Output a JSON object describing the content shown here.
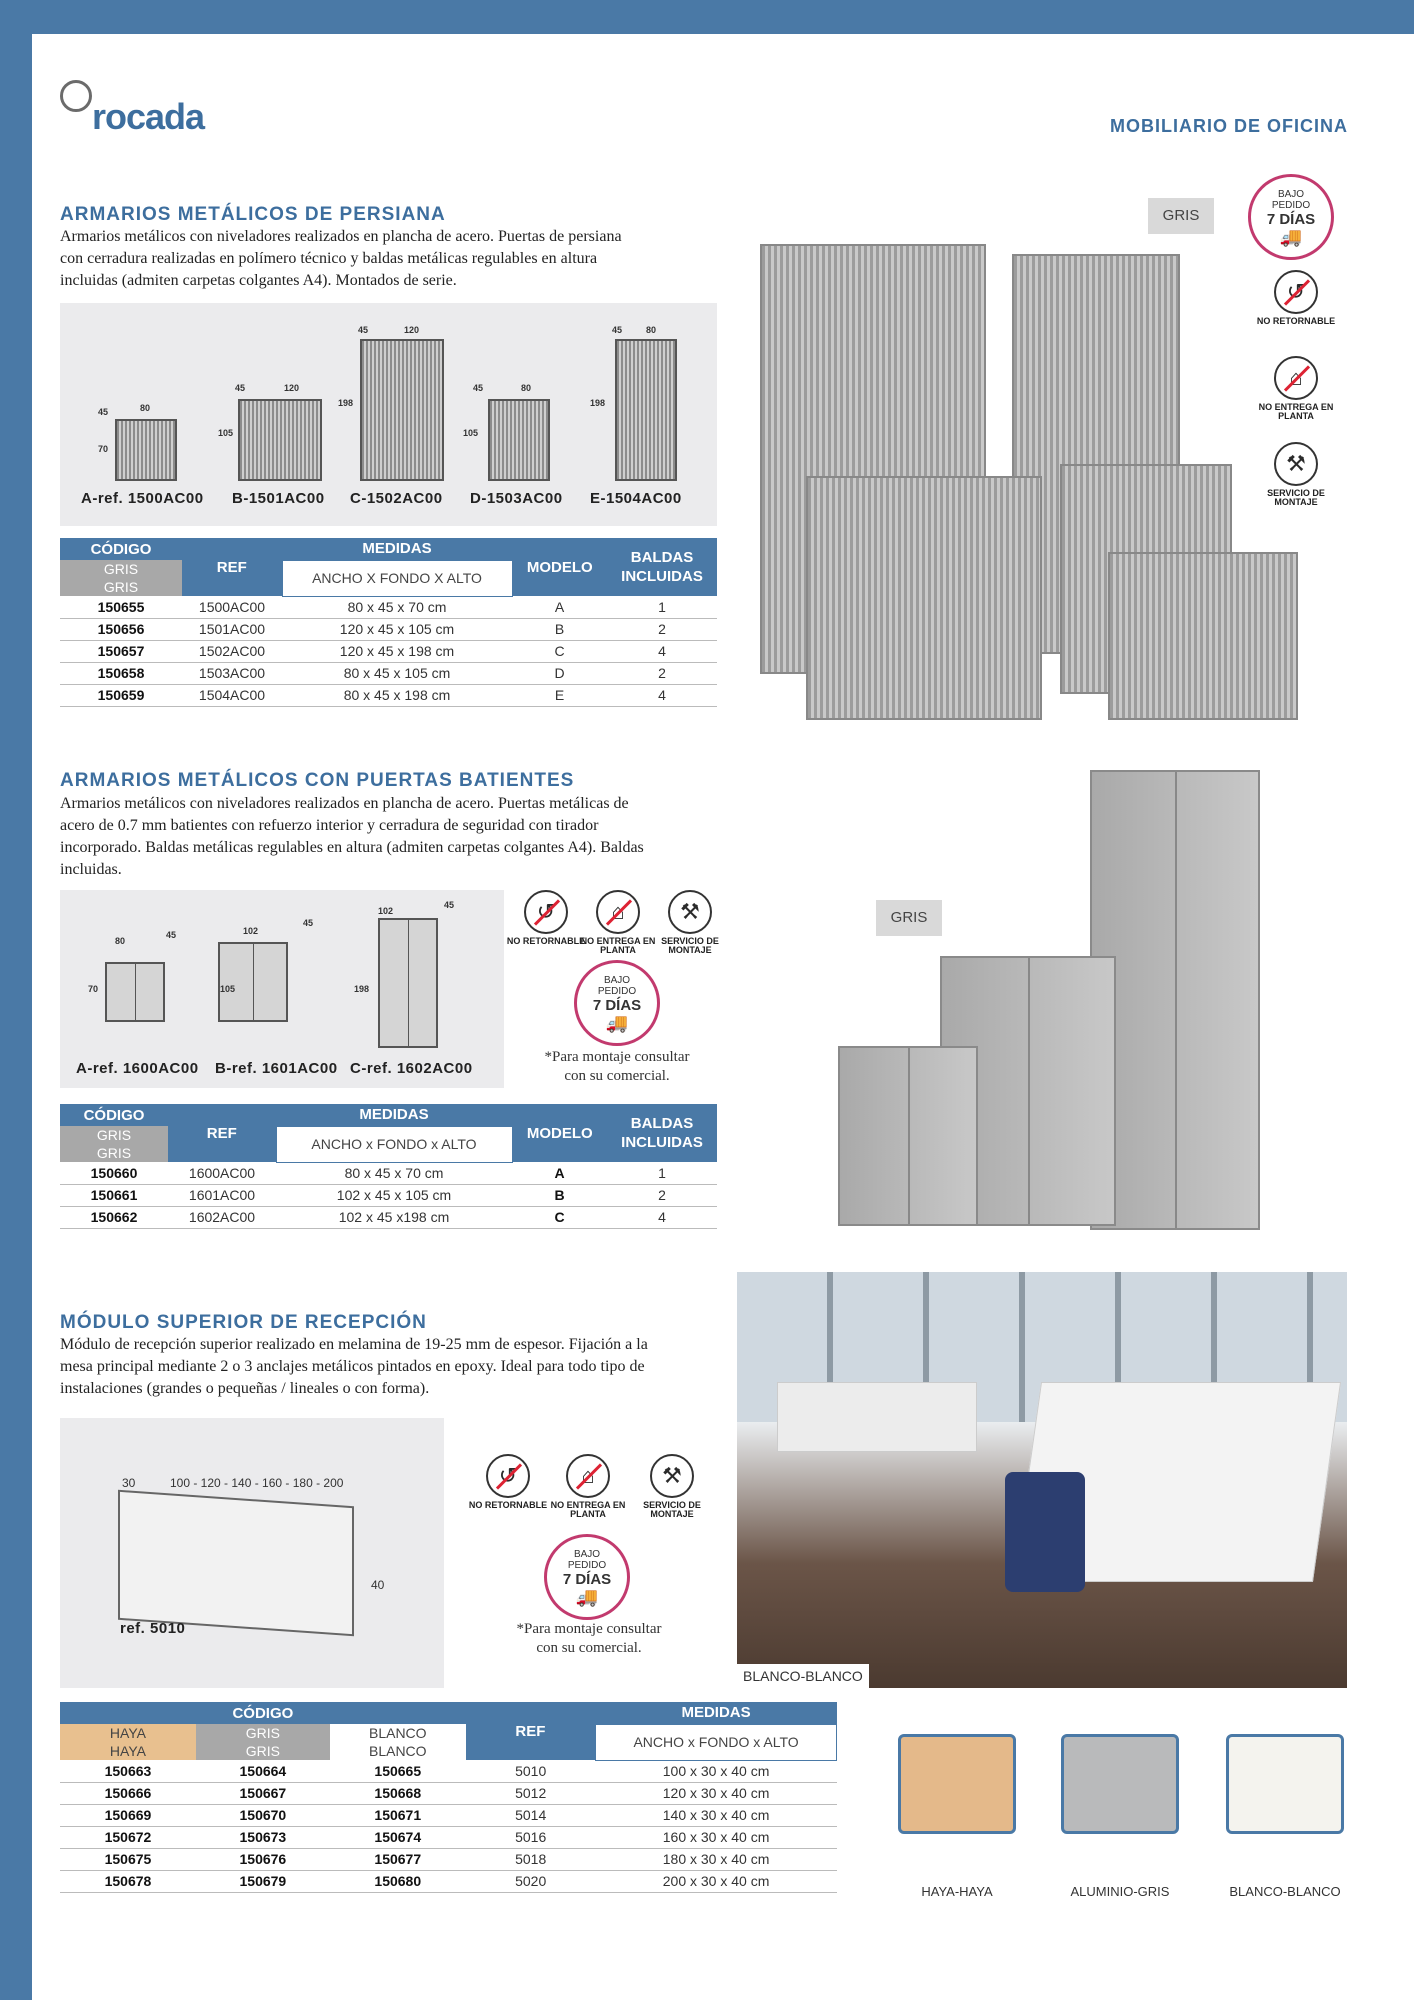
{
  "brand": {
    "logo": "rocada",
    "section": "MOBILIARIO DE OFICINA"
  },
  "badges": {
    "bajo": "BAJO",
    "pedido": "PEDIDO",
    "dias": "7 DÍAS"
  },
  "icons": {
    "no_ret": "NO RETORNABLE",
    "no_ent": "NO ENTREGA EN PLANTA",
    "serv": "SERVICIO DE MONTAJE"
  },
  "s1": {
    "title": "ARMARIOS METÁLICOS DE PERSIANA",
    "desc": [
      "Armarios metálicos con niveladores realizados en plancha de acero. Puertas de persiana",
      "con cerradura realizadas en polímero técnico y baldas metálicas regulables en altura",
      "incluidas (admiten carpetas colgantes A4). Montados de serie."
    ],
    "tag": "GRIS",
    "models": [
      {
        "ref": "A-ref. 1500AC00",
        "w": "80",
        "d": "45",
        "h": "70"
      },
      {
        "ref": "B-1501AC00",
        "w": "120",
        "d": "45",
        "h": "105"
      },
      {
        "ref": "C-1502AC00",
        "w": "120",
        "d": "45",
        "h": "198"
      },
      {
        "ref": "D-1503AC00",
        "w": "80",
        "d": "45",
        "h": "105"
      },
      {
        "ref": "E-1504AC00",
        "w": "80",
        "d": "45",
        "h": "198"
      }
    ],
    "head": {
      "codigo": "CÓDIGO",
      "gris": "GRIS",
      "ref": "REF",
      "medidas": "MEDIDAS",
      "sub": "ANCHO X FONDO X ALTO",
      "modelo": "MODELO",
      "baldas": "BALDAS INCLUIDAS"
    },
    "rows": [
      [
        "150655",
        "1500AC00",
        "80 x 45 x 70 cm",
        "A",
        "1"
      ],
      [
        "150656",
        "1501AC00",
        "120 x 45 x 105 cm",
        "B",
        "2"
      ],
      [
        "150657",
        "1502AC00",
        "120 x 45 x 198 cm",
        "C",
        "4"
      ],
      [
        "150658",
        "1503AC00",
        "80 x 45 x 105 cm",
        "D",
        "2"
      ],
      [
        "150659",
        "1504AC00",
        "80 x 45 x 198 cm",
        "E",
        "4"
      ]
    ]
  },
  "s2": {
    "title": "ARMARIOS METÁLICOS CON PUERTAS BATIENTES",
    "desc": [
      "Armarios metálicos con niveladores realizados en plancha de acero. Puertas metálicas de",
      "acero de 0.7 mm batientes con refuerzo interior y cerradura de seguridad con tirador",
      "incorporado. Baldas metálicas regulables en altura (admiten carpetas colgantes A4). Baldas",
      "incluidas."
    ],
    "tag": "GRIS",
    "note": [
      "*Para montaje consultar",
      "con su comercial."
    ],
    "models": [
      {
        "ref": "A-ref. 1600AC00",
        "w": "80",
        "d": "45",
        "h": "70"
      },
      {
        "ref": "B-ref. 1601AC00",
        "w": "102",
        "d": "45",
        "h": "105"
      },
      {
        "ref": "C-ref. 1602AC00",
        "w": "102",
        "d": "45",
        "h": "198"
      }
    ],
    "head": {
      "codigo": "CÓDIGO",
      "gris": "GRIS",
      "ref": "REF",
      "medidas": "MEDIDAS",
      "sub": "ANCHO  x  FONDO  x  ALTO",
      "modelo": "MODELO",
      "baldas": "BALDAS INCLUIDAS"
    },
    "rows": [
      [
        "150660",
        "1600AC00",
        "80 x 45 x 70 cm",
        "A",
        "1"
      ],
      [
        "150661",
        "1601AC00",
        "102 x 45 x 105 cm",
        "B",
        "2"
      ],
      [
        "150662",
        "1602AC00",
        "102 x 45 x198 cm",
        "C",
        "4"
      ]
    ]
  },
  "s3": {
    "title": "MÓDULO SUPERIOR DE RECEPCIÓN",
    "desc": [
      "Módulo de recepción superior realizado en melamina de 19-25 mm de espesor. Fijación a la",
      "mesa principal mediante 2 o 3 anclajes metálicos pintados en epoxy. Ideal para todo tipo de",
      "instalaciones (grandes o pequeñas / lineales o con forma)."
    ],
    "dims": {
      "d": "30",
      "w": "100 - 120 - 140 - 160 - 180 - 200",
      "h": "40"
    },
    "ref": "ref. 5010",
    "note": [
      "*Para montaje consultar",
      "con su comercial."
    ],
    "photo_tag": "BLANCO-BLANCO",
    "head": {
      "codigo": "CÓDIGO",
      "haya": "HAYA",
      "gris": "GRIS",
      "blanco": "BLANCO",
      "ref": "REF",
      "medidas": "MEDIDAS",
      "sub": "ANCHO  x  FONDO  x  ALTO"
    },
    "rows": [
      [
        "150663",
        "150664",
        "150665",
        "5010",
        "100 x 30 x 40 cm"
      ],
      [
        "150666",
        "150667",
        "150668",
        "5012",
        "120 x 30 x 40 cm"
      ],
      [
        "150669",
        "150670",
        "150671",
        "5014",
        "140 x 30 x 40 cm"
      ],
      [
        "150672",
        "150673",
        "150674",
        "5016",
        "160 x 30 x 40 cm"
      ],
      [
        "150675",
        "150676",
        "150677",
        "5018",
        "180 x 30 x 40 cm"
      ],
      [
        "150678",
        "150679",
        "150680",
        "5020",
        "200 x 30 x 40 cm"
      ]
    ],
    "finishes": [
      {
        "name": "HAYA-HAYA",
        "color": "#e4b98a"
      },
      {
        "name": "ALUMINIO-GRIS",
        "color": "#b9babb"
      },
      {
        "name": "BLANCO-BLANCO",
        "color": "#f4f3ee"
      }
    ]
  }
}
